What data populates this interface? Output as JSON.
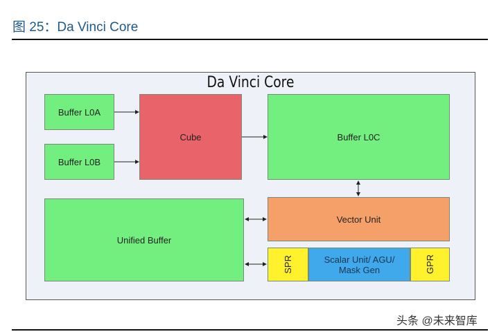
{
  "figure_title": "图 25：Da Vinci Core",
  "diagram": {
    "title": "Da Vinci Core",
    "blocks": {
      "buffer_l0a": "Buffer L0A",
      "buffer_l0b": "Buffer L0B",
      "cube": "Cube",
      "buffer_l0c": "Buffer L0C",
      "vector_unit": "Vector Unit",
      "unified_buffer": "Unified Buffer",
      "spr": "SPR",
      "scalar_unit": "Scalar Unit/ AGU/\nMask Gen",
      "gpr": "GPR"
    },
    "colors": {
      "buffer": "#72ef7e",
      "cube": "#e8636a",
      "vector": "#f4a068",
      "scalar": "#3fa9ec",
      "register": "#fff22c"
    }
  },
  "watermark": "头条 @未来智库"
}
